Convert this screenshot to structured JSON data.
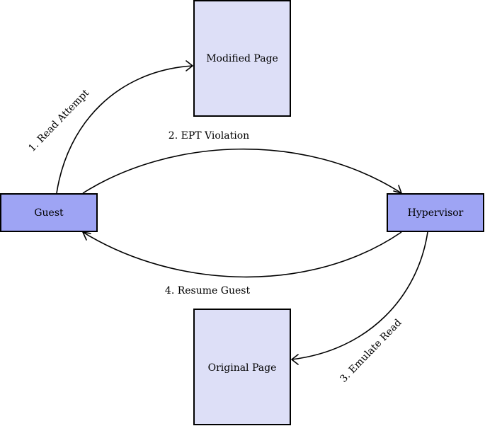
{
  "colors": {
    "page_fill": "#dddff7",
    "actor_fill": "#9ea4f4",
    "stroke": "#000000"
  },
  "nodes": {
    "modified_page": "Modified Page",
    "original_page": "Original Page",
    "guest": "Guest",
    "hypervisor": "Hypervisor"
  },
  "edges": {
    "read_attempt": "1. Read Attempt",
    "ept_violation": "2. EPT Violation",
    "emulate_read": "3. Emulate Read",
    "resume_guest": "4. Resume Guest"
  }
}
